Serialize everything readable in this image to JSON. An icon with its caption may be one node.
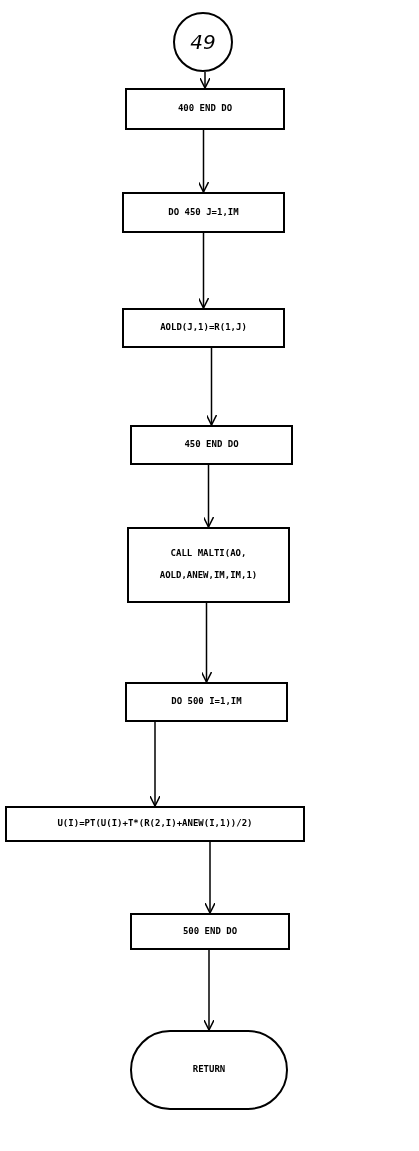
{
  "diagram": {
    "nodes": [
      {
        "text": [
          "49"
        ]
      },
      {
        "text": [
          "400 END DO"
        ]
      },
      {
        "text": [
          "DO 450 J=1,IM"
        ]
      },
      {
        "text": [
          "AOLD(J,1)=R(1,J)"
        ]
      },
      {
        "text": [
          "450 END DO"
        ]
      },
      {
        "text": [
          "CALL MALTI(AO, AOLD,ANEW,IM,IM,1)"
        ]
      },
      {
        "text": [
          "DO 500 I=1,IM"
        ]
      },
      {
        "text": [
          "U(I)=PT(U(I)+T*(R(2,I)+ANEW(I,1))/2)"
        ]
      },
      {
        "text": [
          "500 END DO"
        ]
      },
      {
        "text": [
          "RETURN"
        ]
      }
    ],
    "edges": [
      {
        "from": 0,
        "to": 1,
        "arrow": "to"
      },
      {
        "from": 1,
        "to": 2,
        "arrow": "to"
      },
      {
        "from": 2,
        "to": 3,
        "arrow": "to"
      },
      {
        "from": 3,
        "to": 4,
        "arrow": "to"
      },
      {
        "from": 4,
        "to": 5,
        "arrow": "to"
      },
      {
        "from": 5,
        "to": 6,
        "arrow": "to"
      },
      {
        "from": 6,
        "to": 7,
        "arrow": "to"
      },
      {
        "from": 7,
        "to": 8,
        "arrow": "to"
      },
      {
        "from": 8,
        "to": 9,
        "arrow": "to"
      }
    ]
  }
}
